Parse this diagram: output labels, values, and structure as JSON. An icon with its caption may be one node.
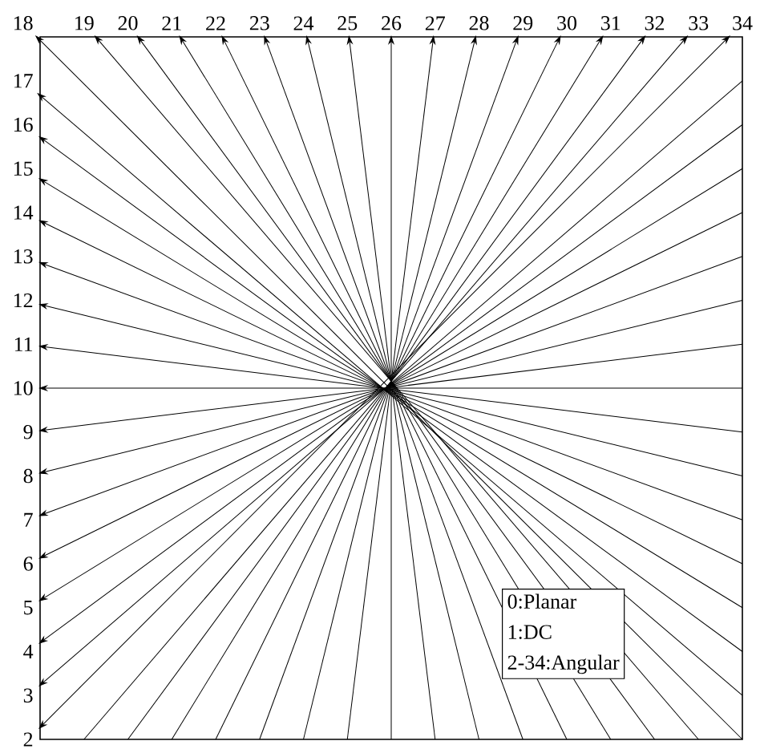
{
  "diagram": {
    "nodes": [
      {
        "text": [
          "18"
        ]
      },
      {
        "text": [
          "19"
        ]
      },
      {
        "text": [
          "20"
        ]
      },
      {
        "text": [
          "21"
        ]
      },
      {
        "text": [
          "22"
        ]
      },
      {
        "text": [
          "23"
        ]
      },
      {
        "text": [
          "24"
        ]
      },
      {
        "text": [
          "25"
        ]
      },
      {
        "text": [
          "26"
        ]
      },
      {
        "text": [
          "27"
        ]
      },
      {
        "text": [
          "28"
        ]
      },
      {
        "text": [
          "29"
        ]
      },
      {
        "text": [
          "30"
        ]
      },
      {
        "text": [
          "31"
        ]
      },
      {
        "text": [
          "32"
        ]
      },
      {
        "text": [
          "33"
        ]
      },
      {
        "text": [
          "34"
        ]
      },
      {
        "text": [
          "17"
        ]
      },
      {
        "text": [
          "16"
        ]
      },
      {
        "text": [
          "15"
        ]
      },
      {
        "text": [
          "14"
        ]
      },
      {
        "text": [
          "13"
        ]
      },
      {
        "text": [
          "12"
        ]
      },
      {
        "text": [
          "11"
        ]
      },
      {
        "text": [
          "10"
        ]
      },
      {
        "text": [
          "9"
        ]
      },
      {
        "text": [
          "8"
        ]
      },
      {
        "text": [
          "7"
        ]
      },
      {
        "text": [
          "6"
        ]
      },
      {
        "text": [
          "5"
        ]
      },
      {
        "text": [
          "4"
        ]
      },
      {
        "text": [
          "3"
        ]
      },
      {
        "text": [
          "2"
        ]
      },
      {
        "text": [
          "0:Planar",
          "1:DC",
          "2-34:Angular"
        ]
      }
    ],
    "edges": [
      {
        "from": null,
        "to": 0,
        "arrow": "to"
      },
      {
        "from": null,
        "to": 1,
        "arrow": "to"
      },
      {
        "from": null,
        "to": 2,
        "arrow": "to"
      },
      {
        "from": null,
        "to": 3,
        "arrow": "to"
      },
      {
        "from": null,
        "to": 4,
        "arrow": "to"
      },
      {
        "from": null,
        "to": 5,
        "arrow": "to"
      },
      {
        "from": null,
        "to": 6,
        "arrow": "to"
      },
      {
        "from": null,
        "to": 7,
        "arrow": "to"
      },
      {
        "from": null,
        "to": 8,
        "arrow": "to"
      },
      {
        "from": null,
        "to": 9,
        "arrow": "to"
      },
      {
        "from": null,
        "to": 10,
        "arrow": "to"
      },
      {
        "from": null,
        "to": 11,
        "arrow": "to"
      },
      {
        "from": null,
        "to": 12,
        "arrow": "to"
      },
      {
        "from": null,
        "to": 13,
        "arrow": "to"
      },
      {
        "from": null,
        "to": 14,
        "arrow": "to"
      },
      {
        "from": null,
        "to": 15,
        "arrow": "to"
      },
      {
        "from": 32,
        "to": 16,
        "arrow": "both"
      },
      {
        "from": null,
        "to": 17,
        "arrow": "to"
      },
      {
        "from": null,
        "to": 18,
        "arrow": "to"
      },
      {
        "from": null,
        "to": 19,
        "arrow": "to"
      },
      {
        "from": null,
        "to": 20,
        "arrow": "to"
      },
      {
        "from": null,
        "to": 21,
        "arrow": "to"
      },
      {
        "from": null,
        "to": 22,
        "arrow": "to"
      },
      {
        "from": null,
        "to": 23,
        "arrow": "to"
      },
      {
        "from": null,
        "to": 24,
        "arrow": "to"
      },
      {
        "from": null,
        "to": 25,
        "arrow": "to"
      },
      {
        "from": null,
        "to": 26,
        "arrow": "to"
      },
      {
        "from": null,
        "to": 27,
        "arrow": "to"
      },
      {
        "from": null,
        "to": 28,
        "arrow": "to"
      },
      {
        "from": null,
        "to": 29,
        "arrow": "to"
      },
      {
        "from": null,
        "to": 30,
        "arrow": "to"
      },
      {
        "from": null,
        "to": 31,
        "arrow": "to"
      }
    ]
  }
}
